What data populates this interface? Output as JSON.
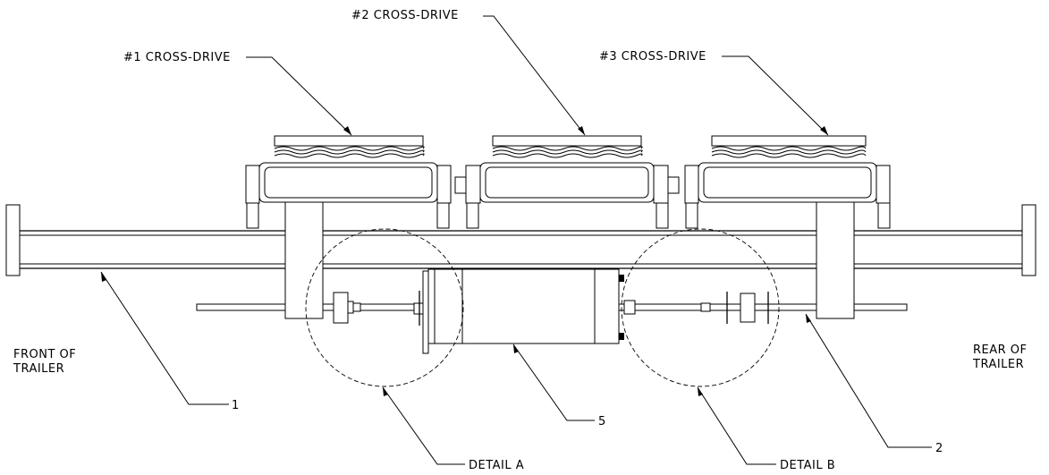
{
  "labels": {
    "cross_drive_1": "#1 CROSS-DRIVE",
    "cross_drive_2": "#2 CROSS-DRIVE",
    "cross_drive_3": "#3 CROSS-DRIVE",
    "front_line1": "FRONT OF",
    "front_line2": "TRAILER",
    "rear_line1": "REAR OF",
    "rear_line2": "TRAILER",
    "callout_1": "1",
    "callout_2": "2",
    "callout_5": "5",
    "detail_a": "DETAIL A",
    "detail_b": "DETAIL B"
  }
}
